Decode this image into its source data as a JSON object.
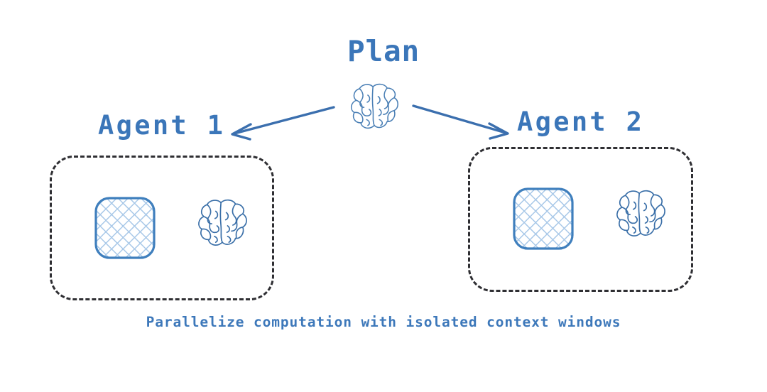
{
  "diagram": {
    "title": "Plan",
    "caption": "Parallelize computation with isolated context windows",
    "background_color": "#ffffff",
    "accent_color": "#3b76b9",
    "border_color": "#2f2f33",
    "hatch_color": "#a8c8e8",
    "icons": {
      "plan_brain": "brain-icon",
      "context_window": "context-window-icon",
      "agent_brain": "brain-icon",
      "arrow": "arrow-icon"
    },
    "agents": [
      {
        "label": "Agent 1",
        "context_window_name": "context-window",
        "brain_name": "brain"
      },
      {
        "label": "Agent 2",
        "context_window_name": "context-window",
        "brain_name": "brain"
      }
    ],
    "arrows": [
      {
        "name": "arrow-to-agent-1",
        "from": "plan",
        "to": "Agent 1",
        "direction": "down-left"
      },
      {
        "name": "arrow-to-agent-2",
        "from": "plan",
        "to": "Agent 2",
        "direction": "down-right"
      }
    ]
  }
}
